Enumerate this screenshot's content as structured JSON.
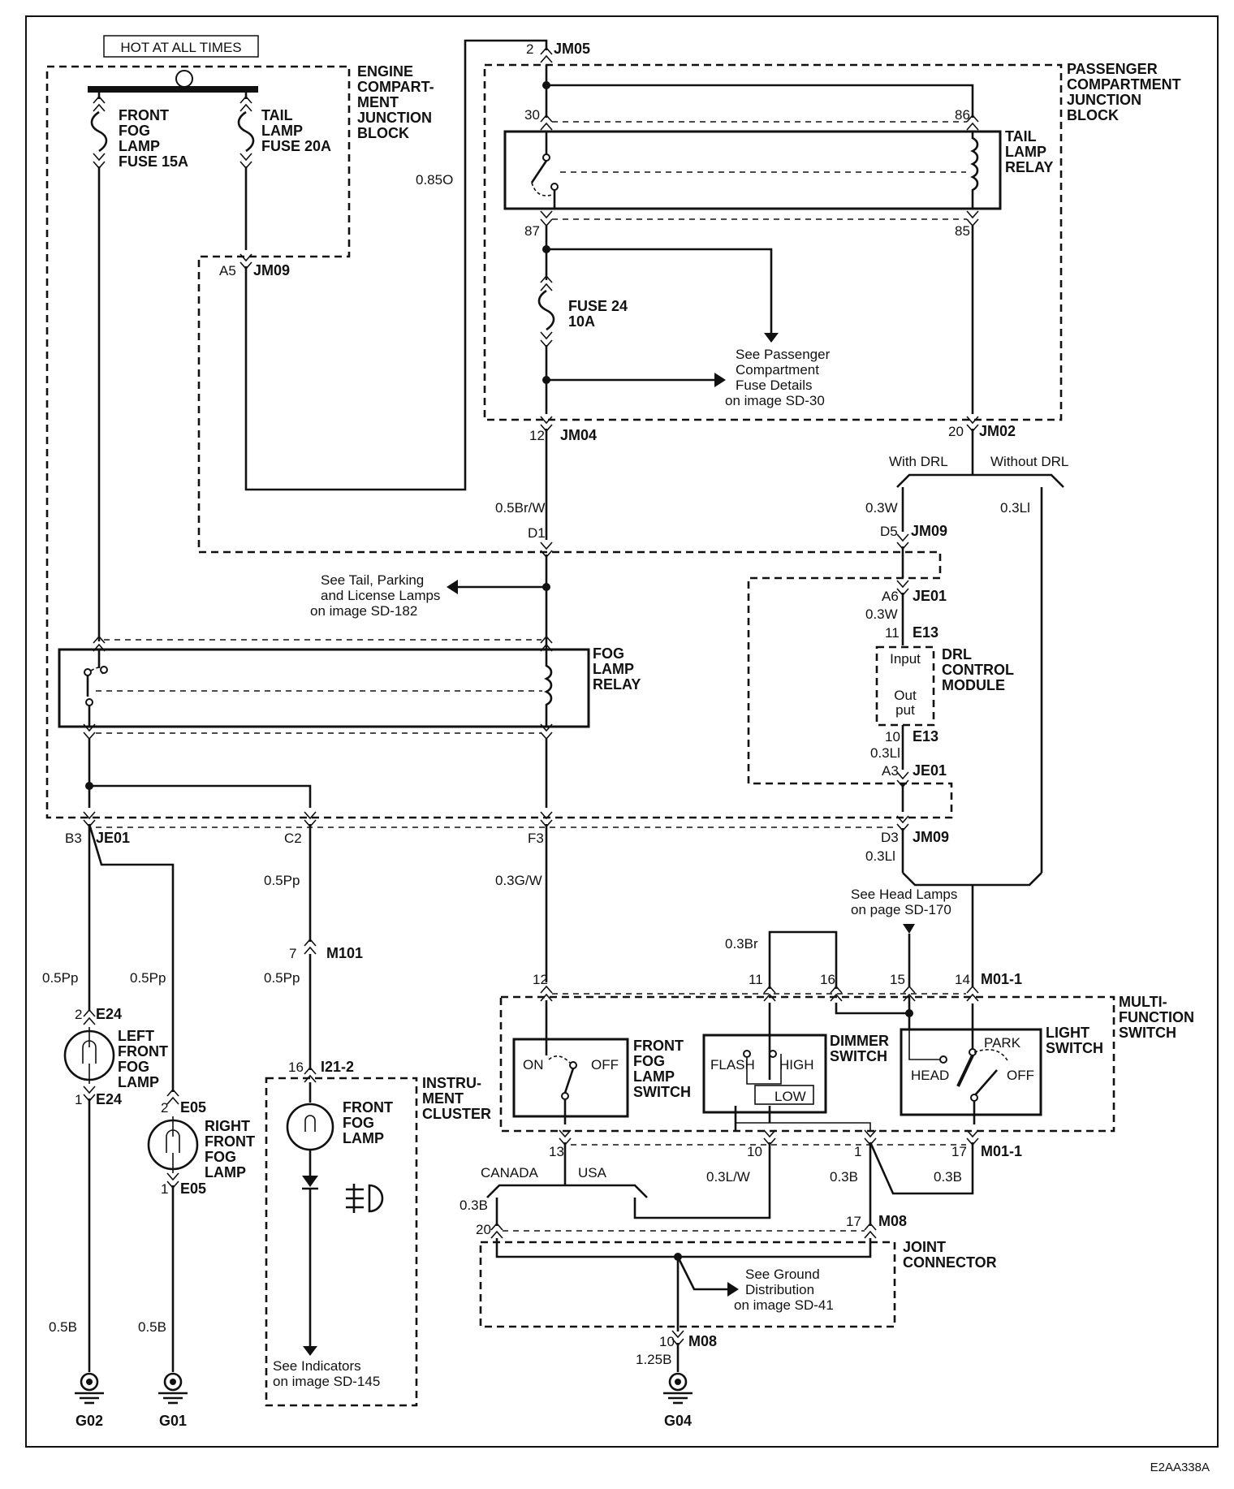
{
  "header": {
    "hot_at_all_times": "HOT AT ALL TIMES"
  },
  "blocks": {
    "engine_jb": [
      "ENGINE",
      "COMPART-",
      "MENT",
      "JUNCTION",
      "BLOCK"
    ],
    "passenger_jb": [
      "PASSENGER",
      "COMPARTMENT",
      "JUNCTION",
      "BLOCK"
    ],
    "fog_relay": [
      "FOG",
      "LAMP",
      "RELAY"
    ],
    "tail_relay": [
      "TAIL",
      "LAMP",
      "RELAY"
    ],
    "drl_module": [
      "DRL",
      "CONTROL",
      "MODULE"
    ],
    "drl_input": "Input",
    "drl_output": [
      "Out",
      "put"
    ],
    "instrument_cluster": [
      "INSTRU-",
      "MENT",
      "CLUSTER"
    ],
    "multifunction": [
      "MULTI-",
      "FUNCTION",
      "SWITCH"
    ],
    "joint_connector": [
      "JOINT",
      "CONNECTOR"
    ]
  },
  "fuses": {
    "front_fog": [
      "FRONT",
      "FOG",
      "LAMP",
      "FUSE 15A"
    ],
    "tail_lamp": [
      "TAIL",
      "LAMP",
      "FUSE 20A"
    ],
    "fuse24": [
      "FUSE 24",
      "10A"
    ]
  },
  "connectors": {
    "jm05": {
      "pin": "2",
      "name": "JM05"
    },
    "a5_jm09": {
      "pin": "A5",
      "name": "JM09"
    },
    "p30": "30",
    "p86": "86",
    "p87": "87",
    "p85": "85",
    "jm04": {
      "pin": "12",
      "name": "JM04"
    },
    "jm02": {
      "pin": "20",
      "name": "JM02"
    },
    "d1": "D1",
    "d5_jm09": {
      "pin": "D5",
      "name": "JM09"
    },
    "a6_je01": {
      "pin": "A6",
      "name": "JE01"
    },
    "e13_in": {
      "pin": "11",
      "name": "E13"
    },
    "e13_out": {
      "pin": "10",
      "name": "E13"
    },
    "a3_je01": {
      "pin": "A3",
      "name": "JE01"
    },
    "b3_je01": {
      "pin": "B3",
      "name": "JE01"
    },
    "c2": "C2",
    "f3": "F3",
    "d3_jm09": {
      "pin": "D3",
      "name": "JM09"
    },
    "m101": {
      "pin": "7",
      "name": "M101"
    },
    "i21": {
      "pin": "16",
      "name": "I21-2"
    },
    "e24_top": {
      "pin": "2",
      "name": "E24"
    },
    "e24_bot": {
      "pin": "1",
      "name": "E24"
    },
    "e05_top": {
      "pin": "2",
      "name": "E05"
    },
    "e05_bot": {
      "pin": "1",
      "name": "E05"
    },
    "mf_12": "12",
    "mf_11": "11",
    "mf_16": "16",
    "mf_15": "15",
    "m01_top": {
      "pin": "14",
      "name": "M01-1"
    },
    "mf_13": "13",
    "mf_10": "10",
    "mf_1": "1",
    "m01_bot": {
      "pin": "17",
      "name": "M01-1"
    },
    "jc_20": "20",
    "m08_17": {
      "pin": "17",
      "name": "M08"
    },
    "m08_10": {
      "pin": "10",
      "name": "M08"
    }
  },
  "wires": {
    "w085o": "0.85O",
    "w05brw": "0.5Br/W",
    "w03w_a": "0.3W",
    "w03w_b": "0.3W",
    "w03li_a": "0.3Ll",
    "w03li_b": "0.3Ll",
    "w03li_c": "0.3Ll",
    "w05pp_a": "0.5Pp",
    "w05pp_b": "0.5Pp",
    "w05pp_c": "0.5Pp",
    "w05pp_d": "0.5Pp",
    "w03gw": "0.3G/W",
    "w03br": "0.3Br",
    "w03lw": "0.3L/W",
    "w03b_a": "0.3B",
    "w03b_b": "0.3B",
    "w03b_c": "0.3B",
    "w05b_a": "0.5B",
    "w05b_b": "0.5B",
    "w125b": "1.25B"
  },
  "branches": {
    "with_drl": "With DRL",
    "without_drl": "Without DRL",
    "canada": "CANADA",
    "usa": "USA"
  },
  "notes": {
    "pass_fuse": [
      "See Passenger",
      "Compartment",
      "Fuse Details",
      "on image SD-30"
    ],
    "tail_parking": [
      "See Tail, Parking",
      "and License Lamps",
      "on image SD-182"
    ],
    "head_lamps": [
      "See Head Lamps",
      "on page SD-170"
    ],
    "indicators": [
      "See Indicators",
      "on image SD-145"
    ],
    "ground_dist": [
      "See Ground",
      "Distribution",
      "on image SD-41"
    ]
  },
  "lamps": {
    "left_fog": [
      "LEFT",
      "FRONT",
      "FOG",
      "LAMP"
    ],
    "right_fog": [
      "RIGHT",
      "FRONT",
      "FOG",
      "LAMP"
    ],
    "cluster_fog": [
      "FRONT",
      "FOG",
      "LAMP"
    ]
  },
  "switches": {
    "fog_switch": [
      "FRONT",
      "FOG",
      "LAMP",
      "SWITCH"
    ],
    "fog_on": "ON",
    "fog_off": "OFF",
    "dimmer": [
      "DIMMER",
      "SWITCH"
    ],
    "flash": "FLASH",
    "high": "HIGH",
    "low": "LOW",
    "light": [
      "LIGHT",
      "SWITCH"
    ],
    "park": "PARK",
    "head": "HEAD",
    "light_off": "OFF"
  },
  "grounds": {
    "g02": "G02",
    "g01": "G01",
    "g04": "G04"
  },
  "footer": {
    "code": "E2AA338A"
  }
}
